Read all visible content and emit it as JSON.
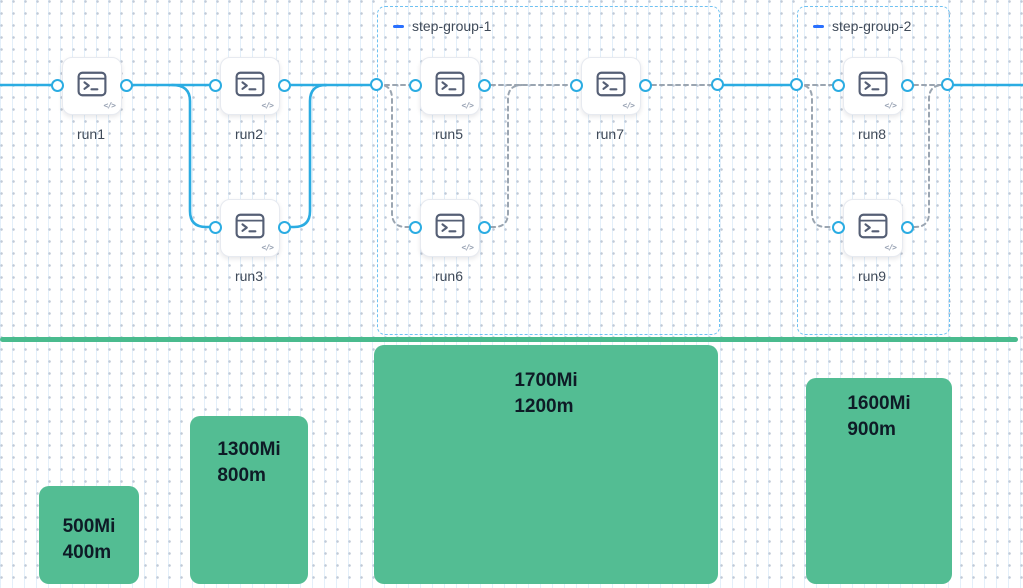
{
  "workflow": {
    "nodes": [
      {
        "label": "run1"
      },
      {
        "label": "run2"
      },
      {
        "label": "run3"
      },
      {
        "label": "run5"
      },
      {
        "label": "run6"
      },
      {
        "label": "run7"
      },
      {
        "label": "run8"
      },
      {
        "label": "run9"
      }
    ],
    "groups": [
      {
        "label": "step-group-1"
      },
      {
        "label": "step-group-2"
      }
    ],
    "node_icon": "terminal-icon",
    "code_badge": "</>"
  },
  "chart_data": {
    "type": "bar",
    "bars": [
      {
        "memory": "500Mi",
        "cpu": "400m"
      },
      {
        "memory": "1300Mi",
        "cpu": "800m"
      },
      {
        "memory": "1700Mi",
        "cpu": "1200m"
      },
      {
        "memory": "1600Mi",
        "cpu": "900m"
      }
    ]
  },
  "colors": {
    "edge_blue": "#2BACE2",
    "edge_gray": "#9AA5B1",
    "group_border": "#6FC1F1",
    "group_dash": "#2970FF",
    "node_border": "#E7EAF0",
    "icon_slate": "#555F75",
    "label_text": "#3F4A59",
    "bar_green": "#53BD93",
    "divider_green": "#4ABB8E",
    "bar_text": "#0E1B26"
  }
}
